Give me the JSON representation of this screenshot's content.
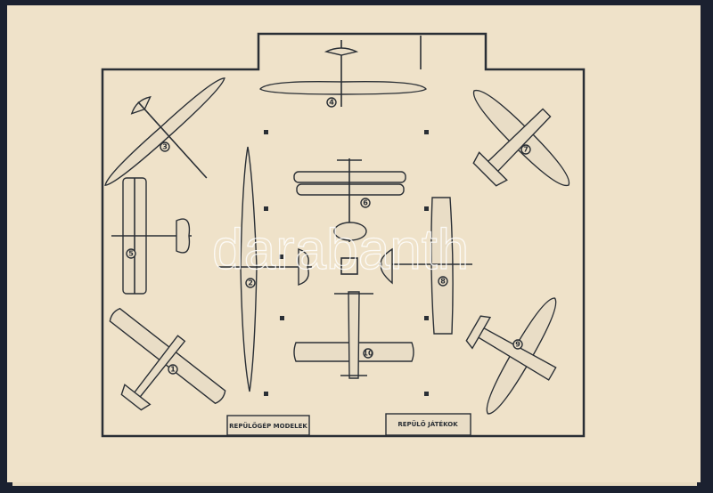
{
  "labels": {
    "left": "REPÜLŐGÉP MODELEK",
    "right": "REPÜLŐ JÁTÉKOK"
  },
  "plane_numbers": [
    "1",
    "2",
    "3",
    "4",
    "5",
    "6",
    "7",
    "8",
    "9",
    "10"
  ],
  "watermark": "darabanth",
  "colors": {
    "paper": "#efe2c9",
    "ink": "#2a2f35",
    "background": "#1b2130"
  }
}
